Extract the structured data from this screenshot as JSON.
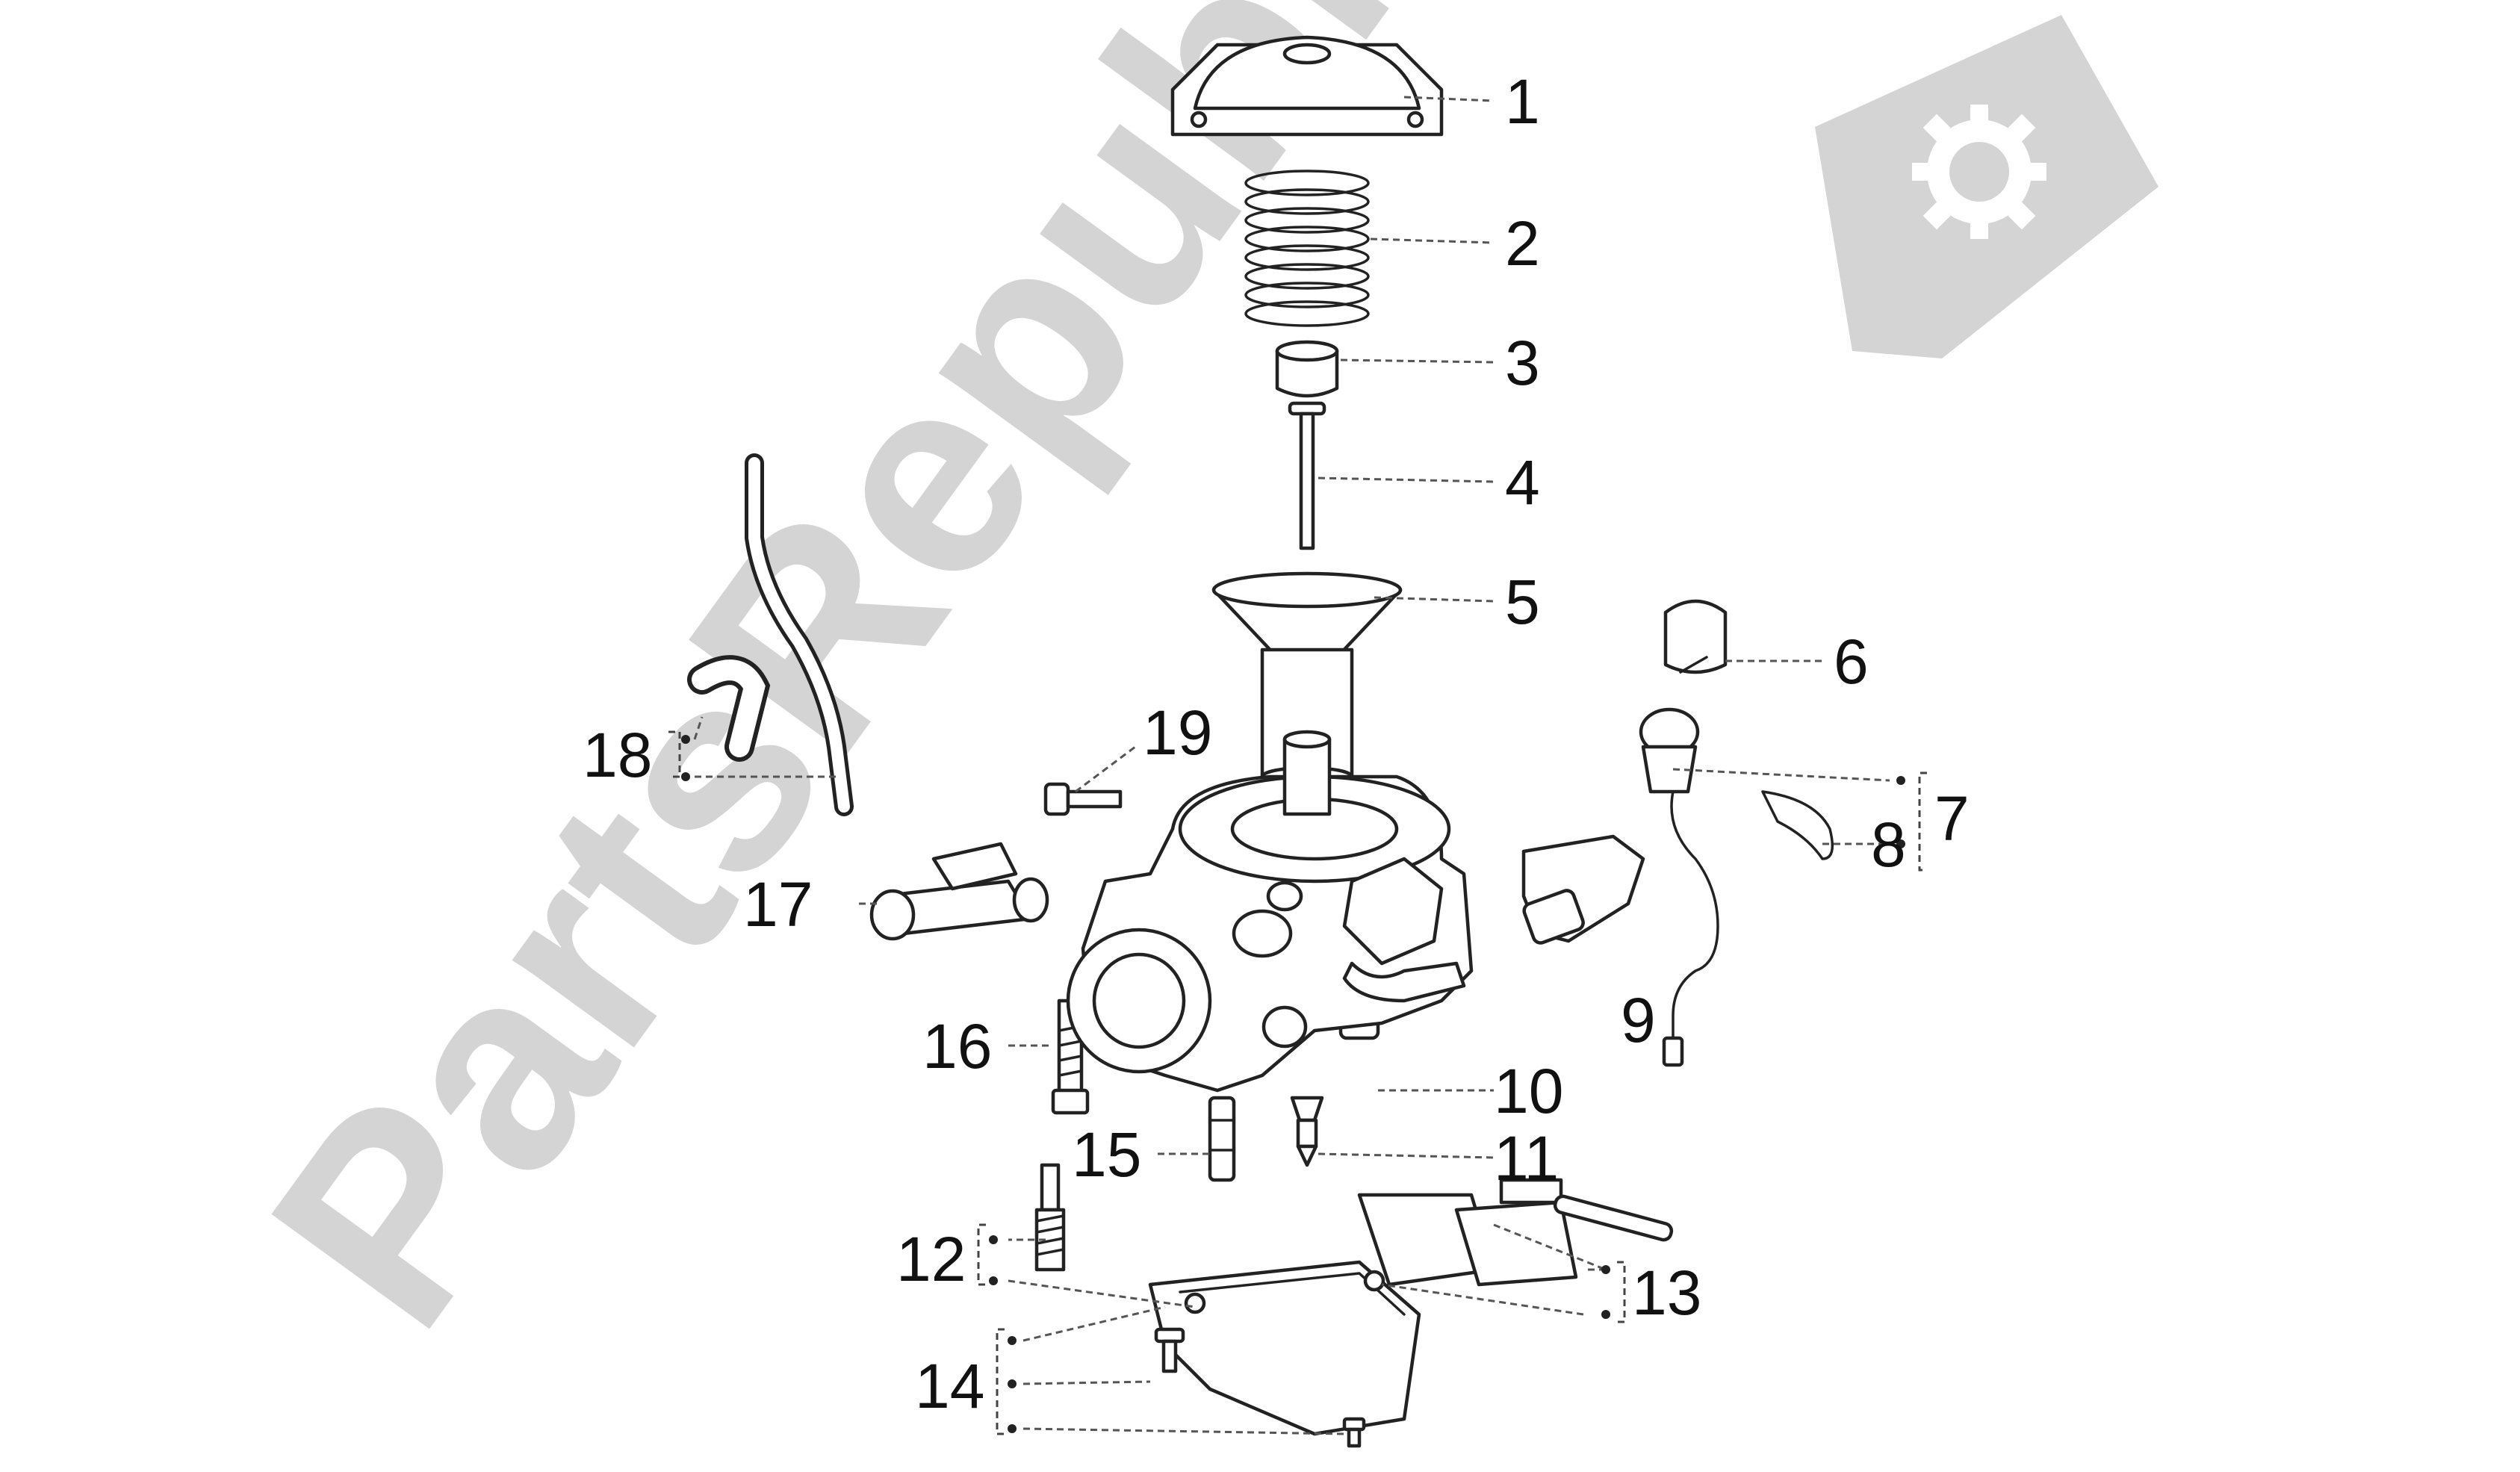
{
  "watermark": {
    "text": "PartsRepublik",
    "icon": "gear-flag-icon",
    "color": "#d4d4d4"
  },
  "callouts": [
    "1",
    "2",
    "3",
    "4",
    "5",
    "6",
    "7",
    "8",
    "9",
    "10",
    "11",
    "12",
    "13",
    "14",
    "15",
    "16",
    "17",
    "18",
    "19"
  ]
}
